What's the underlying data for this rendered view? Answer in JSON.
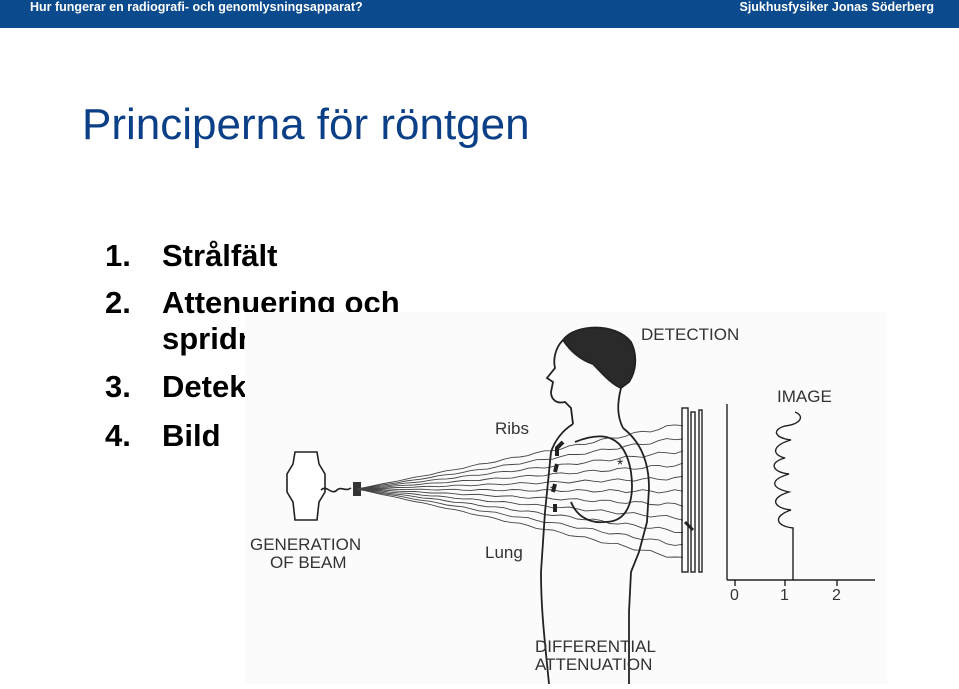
{
  "header": {
    "left_text": "Hur fungerar en radiografi- och genomlysningsapparat?",
    "right_text": "Sjukhusfysiker Jonas Söderberg"
  },
  "slide": {
    "title": "Principerna för röntgen",
    "items": [
      {
        "num": "1.",
        "line1": "Strålfält"
      },
      {
        "num": "2.",
        "line1": "Attenuering och",
        "line2": "spridning"
      },
      {
        "num": "3.",
        "line1": "Detektion"
      },
      {
        "num": "4.",
        "line1": "Bild"
      }
    ]
  },
  "figure": {
    "detection_label": "DETECTION",
    "image_label": "IMAGE",
    "ribs_label": "Ribs",
    "lung_label": "Lung",
    "generation_line1": "GENERATION",
    "generation_line2": "OF BEAM",
    "attenuation_line1": "DIFFERENTIAL",
    "attenuation_line2": "ATTENUATION",
    "axis_ticks": [
      "0",
      "1",
      "2"
    ]
  }
}
